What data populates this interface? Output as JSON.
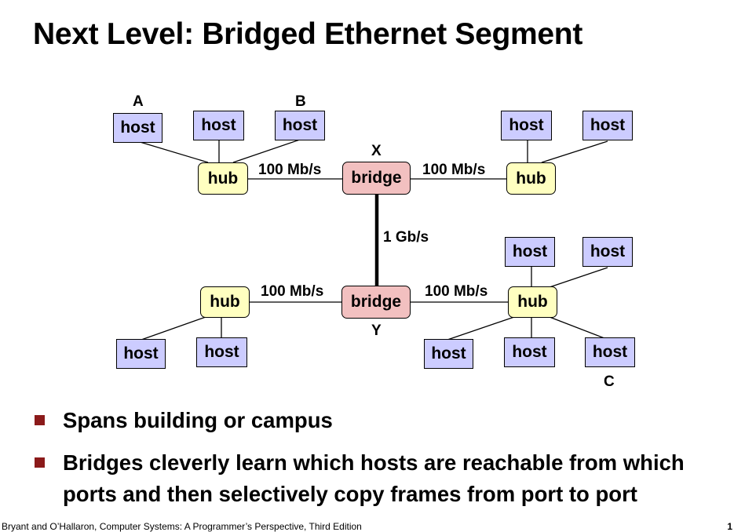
{
  "title": "Next Level: Bridged Ethernet Segment",
  "diagram": {
    "node_labels": {
      "host": "host",
      "hub": "hub",
      "bridge": "bridge"
    },
    "markers": {
      "A": "A",
      "B": "B",
      "C": "C",
      "X": "X",
      "Y": "Y"
    },
    "link_speeds": {
      "top_left": "100 Mb/s",
      "top_right": "100 Mb/s",
      "vertical": "1 Gb/s",
      "bottom_left": "100 Mb/s",
      "bottom_right": "100 Mb/s"
    }
  },
  "bullets": [
    "Spans building or campus",
    "Bridges cleverly learn which hosts are reachable from which ports and then selectively copy frames from port to port"
  ],
  "footer": "Bryant and O’Hallaron, Computer Systems: A Programmer’s Perspective, Third Edition",
  "page_number": "1",
  "colors": {
    "host_fill": "#ccccff",
    "hub_fill": "#ffffc0",
    "bridge_fill": "#f2c0c0",
    "bullet_marker": "#8b1a1a"
  }
}
